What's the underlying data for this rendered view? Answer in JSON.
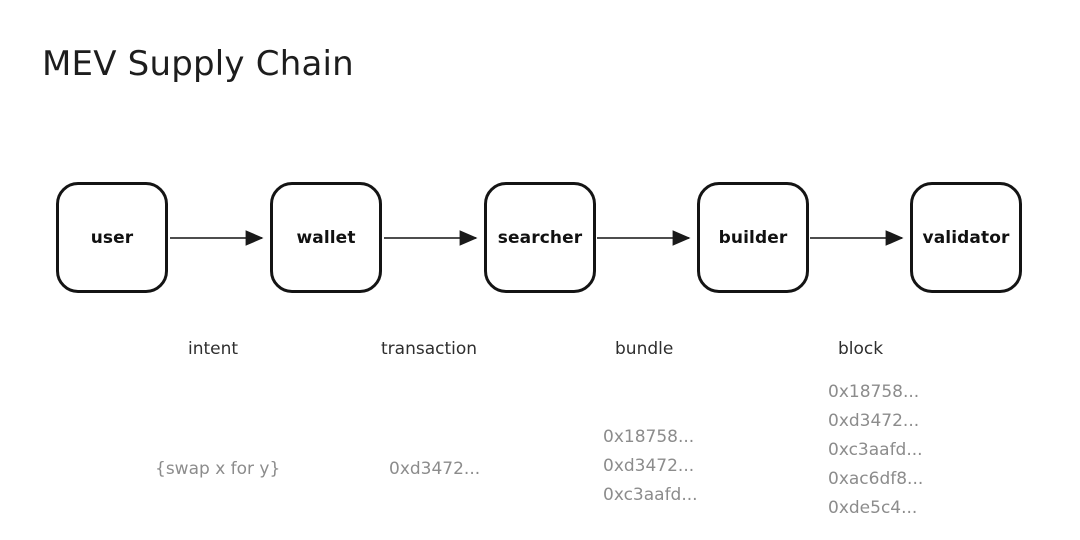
{
  "title": "MEV Supply Chain",
  "colors": {
    "background": "#ffffff",
    "node_border": "#141414",
    "node_text": "#111111",
    "title_text": "#1d1d1d",
    "caption_text": "#2e2e2e",
    "payload_text": "#8c8c8c",
    "arrow": "#4d4d4d"
  },
  "diagram": {
    "type": "flow",
    "orientation": "left-to-right",
    "nodes": [
      {
        "id": "user",
        "label": "user"
      },
      {
        "id": "wallet",
        "label": "wallet"
      },
      {
        "id": "searcher",
        "label": "searcher"
      },
      {
        "id": "builder",
        "label": "builder"
      },
      {
        "id": "validator",
        "label": "validator"
      }
    ],
    "edges": [
      {
        "from": "user",
        "to": "wallet",
        "caption": "intent",
        "payload": [
          "{swap x for y}"
        ]
      },
      {
        "from": "wallet",
        "to": "searcher",
        "caption": "transaction",
        "payload": [
          "0xd3472..."
        ]
      },
      {
        "from": "searcher",
        "to": "builder",
        "caption": "bundle",
        "payload": [
          "0x18758...",
          "0xd3472...",
          "0xc3aafd..."
        ]
      },
      {
        "from": "builder",
        "to": "validator",
        "caption": "block",
        "payload": [
          "0x18758...",
          "0xd3472...",
          "0xc3aafd...",
          "0xac6df8...",
          "0xde5c4..."
        ]
      }
    ]
  }
}
